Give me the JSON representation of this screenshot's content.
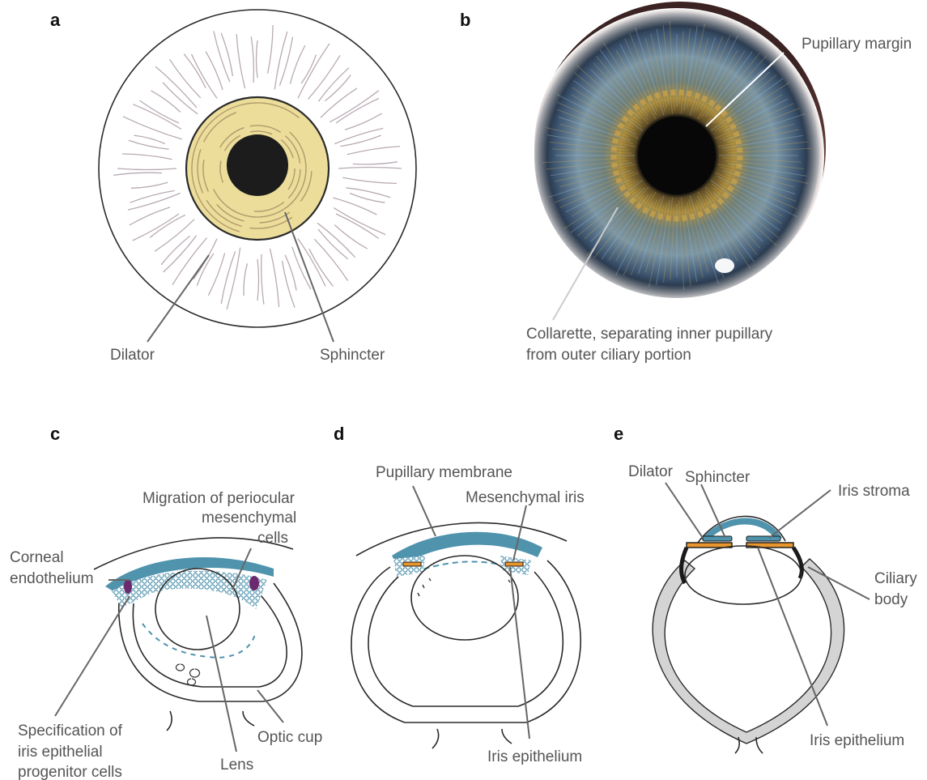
{
  "panels": {
    "a": {
      "letter": "a",
      "labels": {
        "dilator": "Dilator",
        "sphincter": "Sphincter"
      }
    },
    "b": {
      "letter": "b",
      "labels": {
        "pupillary_margin": "Pupillary margin",
        "collarette_line1": "Collarette, separating inner pupillary",
        "collarette_line2": "from outer ciliary portion"
      }
    },
    "c": {
      "letter": "c",
      "labels": {
        "migration_line1": "Migration of periocular",
        "migration_line2": "mesenchymal",
        "migration_line3": "cells",
        "corneal_line1": "Corneal",
        "corneal_line2": "endothelium",
        "spec_line1": "Specification of",
        "spec_line2": "iris epithelial",
        "spec_line3": "progenitor cells",
        "lens": "Lens",
        "optic_cup": "Optic cup"
      }
    },
    "d": {
      "letter": "d",
      "labels": {
        "pupillary_membrane": "Pupillary membrane",
        "mesenchymal_iris": "Mesenchymal iris",
        "iris_epithelium": "Iris epithelium"
      }
    },
    "e": {
      "letter": "e",
      "labels": {
        "dilator": "Dilator",
        "sphincter": "Sphincter",
        "iris_stroma": "Iris stroma",
        "ciliary_line1": "Ciliary",
        "ciliary_line2": "body",
        "iris_epithelium": "Iris epithelium"
      }
    }
  },
  "colors": {
    "sphincter_yellow": "#ecdd9a",
    "pupil": "#1c1c1c",
    "mesenchyme_blue": "#4f93ad",
    "progenitor_purple": "#6b2a6e",
    "epithelium_orange": "#e8962e",
    "pigment_black": "#1a1a1a",
    "sclera_gray": "#d4d4d4",
    "label_gray": "#555555"
  }
}
